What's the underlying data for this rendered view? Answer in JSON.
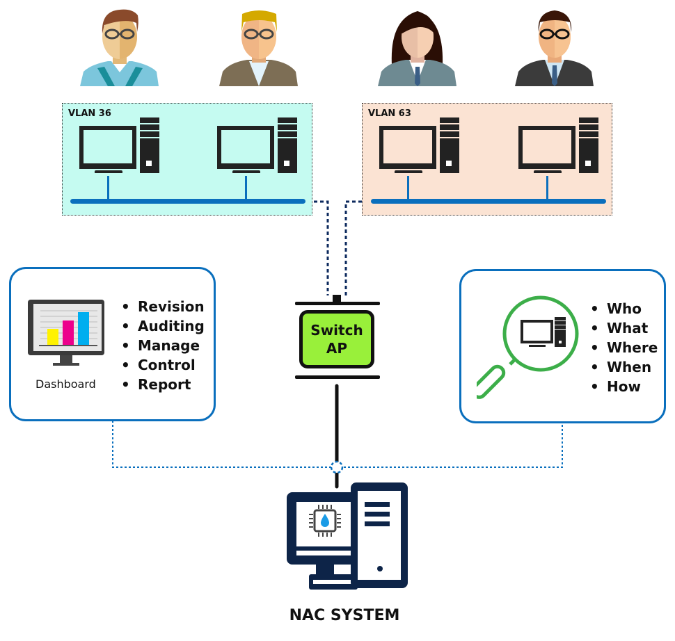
{
  "title": "NAC System Network Diagram",
  "users": [
    {
      "label": "user-casual-glasses",
      "hair": "#7a3a1f",
      "shirt": "#7cc6dc"
    },
    {
      "label": "user-blond-jacket",
      "hair": "#d4a900",
      "shirt": "#7d6e55"
    },
    {
      "label": "user-woman-suit",
      "hair": "#2a0e05",
      "shirt": "#6e8a92"
    },
    {
      "label": "user-man-suit",
      "hair": "#3a1608",
      "shirt": "#3b3b3b"
    }
  ],
  "vlans": [
    {
      "label": "VLAN 36",
      "background": "#c5fbf1",
      "computers": 2
    },
    {
      "label": "VLAN 63",
      "background": "#fbe3d3",
      "computers": 2
    }
  ],
  "switch": {
    "line1": "Switch",
    "line2": "AP",
    "color": "#99f03a"
  },
  "dashboard_panel": {
    "icon_label": "Dashboard",
    "items": [
      "Revision",
      "Auditing",
      "Manage",
      "Control",
      "Report"
    ],
    "bar_colors": [
      "#fff200",
      "#ec008c",
      "#00aeef"
    ]
  },
  "monitor_panel": {
    "items": [
      "Who",
      "What",
      "Where",
      "When",
      "How"
    ],
    "lens_color": "#3cae49"
  },
  "nac": {
    "label": "NAC SYSTEM",
    "color": "#0d2448",
    "drop_color": "#1a9be6"
  },
  "colors": {
    "panel_border": "#0a6fbd",
    "bus_line": "#0a6fbd",
    "dotted_link": "#0d2a5e"
  }
}
